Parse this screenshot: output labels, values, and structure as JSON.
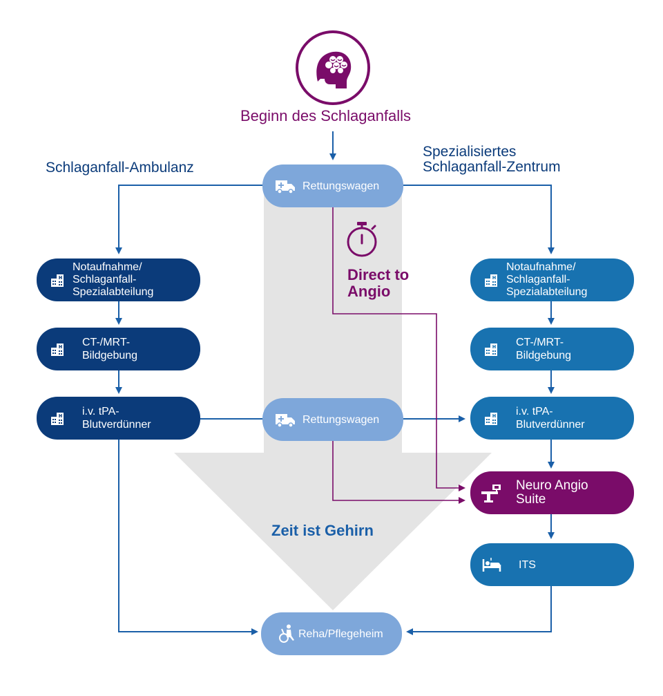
{
  "diagram": {
    "title": "Beginn des Schlaganfalls",
    "left_heading": "Schlaganfall-Ambulanz",
    "right_heading_line1": "Spezialisiertes",
    "right_heading_line2": "Schlaganfall-Zentrum",
    "direct_label_line1": "Direct to",
    "direct_label_line2": "Angio",
    "time_label": "Zeit ist Gehirn",
    "ambulance_top": "Rettungswagen",
    "ambulance_mid": "Rettungswagen",
    "rehab": "Reha/Pflegeheim",
    "left_nodes": {
      "emergency": [
        "Notaufnahme/",
        "Schlaganfall-",
        "Spezialabteilung"
      ],
      "imaging": [
        "CT-/MRT-",
        "Bildgebung"
      ],
      "tpa": [
        "i.v. tPA-",
        "Blutverdünner"
      ]
    },
    "right_nodes": {
      "emergency": [
        "Notaufnahme/",
        "Schlaganfall-",
        "Spezialabteilung"
      ],
      "imaging": [
        "CT-/MRT-",
        "Bildgebung"
      ],
      "tpa": [
        "i.v. tPA-",
        "Blutverdünner"
      ],
      "angio": [
        "Neuro Angio",
        "Suite"
      ],
      "its": "ITS"
    }
  },
  "colors": {
    "dark_blue": "#0b3b7a",
    "mid_blue": "#1872b0",
    "light_blue": "#7ea7da",
    "purple": "#7a0c69",
    "gray_arrow": "#e4e4e4",
    "line_blue": "#1a5fa8"
  }
}
